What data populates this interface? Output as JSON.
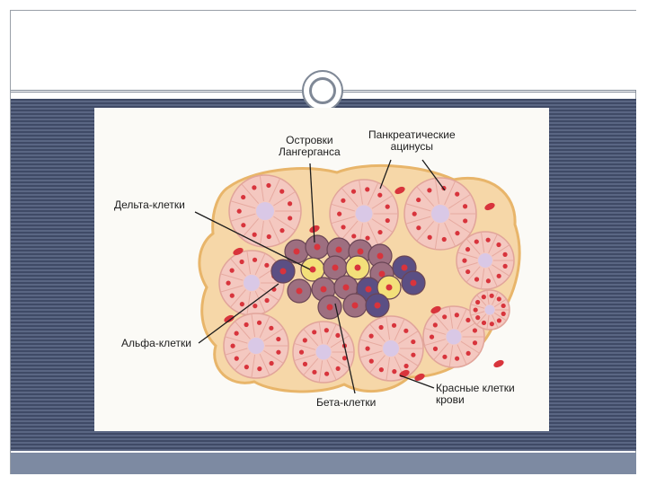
{
  "labels": {
    "islets": "Островки\nЛангерганса",
    "acini": "Панкреатические\nацинусы",
    "delta": "Дельта-клетки",
    "alpha": "Альфа-клетки",
    "beta": "Бета-клетки",
    "rbc": "Красные клетки\nкрови"
  },
  "colors": {
    "band": "#4a5573",
    "footer": "#7d8aa2",
    "acinus": "#f4c8c0",
    "acinus_center": "#d9c8e6",
    "nucleus": "#d8343c",
    "tissue": "#f6d7a8",
    "islet_cell": "#9d6f80",
    "alpha_cell": "#5b4f84",
    "beta_cell": "#f3e07a"
  }
}
